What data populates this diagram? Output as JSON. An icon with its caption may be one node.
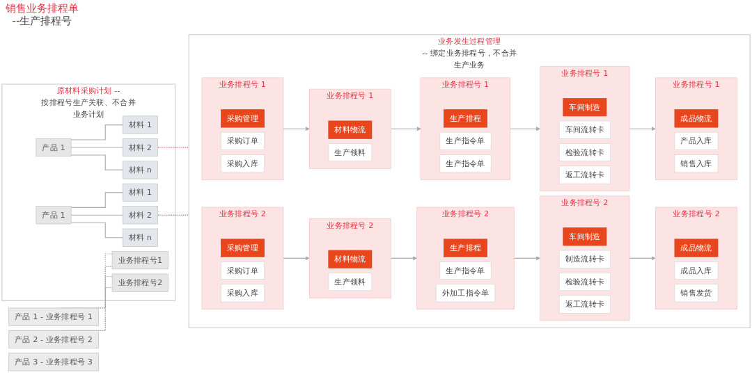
{
  "diagram": {
    "nodes": [
      {
        "text": [
          "产品 1 - 业务排程号 1"
        ]
      },
      {
        "text": [
          "产品 2 - 业务排程号 2"
        ]
      },
      {
        "text": [
          "产品 3 - 业务排程号 3"
        ]
      },
      {
        "text": [
          "原材料采购计划 --",
          "按排程号生产关联、不合并业务计划"
        ]
      },
      {
        "text": [
          "业务排程号1"
        ],
        "in": 3
      },
      {
        "text": [
          "产品 1"
        ],
        "in": 3
      },
      {
        "text": [
          "材料 1"
        ],
        "in": 3
      },
      {
        "text": [
          "材料 2"
        ],
        "in": 3
      },
      {
        "text": [
          "材料 n"
        ],
        "in": 3
      },
      {
        "text": [
          "业务排程号2"
        ],
        "in": 3
      },
      {
        "text": [
          "产品 1"
        ],
        "in": 3
      },
      {
        "text": [
          "材料 1"
        ],
        "in": 3
      },
      {
        "text": [
          "材料 2"
        ],
        "in": 3
      },
      {
        "text": [
          "材料 n"
        ],
        "in": 3
      },
      {
        "text": [
          "业务发生过程管理",
          "-- 绑定业务排程号，不合并生产业务"
        ]
      },
      {
        "text": [
          "业务排程号 1"
        ],
        "in": 14
      },
      {
        "text": [
          "生产排程"
        ],
        "in": 15
      },
      {
        "text": [
          "生产指令单"
        ],
        "in": 15
      },
      {
        "text": [
          "生产指令单"
        ],
        "in": 15
      },
      {
        "text": [
          "业务排程号 1"
        ],
        "in": 14
      },
      {
        "text": [
          "车间制造"
        ],
        "in": 19
      },
      {
        "text": [
          "车间流转卡"
        ],
        "in": 19
      },
      {
        "text": [
          "检验流转卡"
        ],
        "in": 19
      },
      {
        "text": [
          "返工流转卡"
        ],
        "in": 19
      },
      {
        "text": [
          "业务排程号 1"
        ],
        "in": 14
      },
      {
        "text": [
          "成品物流"
        ],
        "in": 24
      },
      {
        "text": [
          "产品入库"
        ],
        "in": 24
      },
      {
        "text": [
          "销售入库"
        ],
        "in": 24
      },
      {
        "text": [
          "业务排程号 1"
        ],
        "in": 14
      },
      {
        "text": [
          "采购管理"
        ],
        "in": 28
      },
      {
        "text": [
          "采购订单"
        ],
        "in": 28
      },
      {
        "text": [
          "采购入库"
        ],
        "in": 28
      },
      {
        "text": [
          "业务排程号 1"
        ],
        "in": 14
      },
      {
        "text": [
          "材料物流"
        ],
        "in": 32
      },
      {
        "text": [
          "生产领料"
        ],
        "in": 32
      },
      {
        "text": [
          "业务排程号 2"
        ],
        "in": 14
      },
      {
        "text": [
          "生产排程"
        ],
        "in": 35
      },
      {
        "text": [
          "生产指令单"
        ],
        "in": 35
      },
      {
        "text": [
          "外加工指令单"
        ],
        "in": 35
      },
      {
        "text": [
          "业务排程号 2"
        ],
        "in": 14
      },
      {
        "text": [
          "车间制造"
        ],
        "in": 39
      },
      {
        "text": [
          "制造流转卡"
        ],
        "in": 39
      },
      {
        "text": [
          "检验流转卡"
        ],
        "in": 39
      },
      {
        "text": [
          "返工流转卡"
        ],
        "in": 39
      },
      {
        "text": [
          "业务排程号 2"
        ],
        "in": 14
      },
      {
        "text": [
          "成品物流"
        ],
        "in": 44
      },
      {
        "text": [
          "成品入库"
        ],
        "in": 44
      },
      {
        "text": [
          "销售发货"
        ],
        "in": 44
      },
      {
        "text": [
          "业务排程号 2"
        ],
        "in": 14
      },
      {
        "text": [
          "采购管理"
        ],
        "in": 48
      },
      {
        "text": [
          "采购订单"
        ],
        "in": 48
      },
      {
        "text": [
          "采购入库"
        ],
        "in": 48
      },
      {
        "text": [
          "业务排程号 2"
        ],
        "in": 14
      },
      {
        "text": [
          "材料物流"
        ],
        "in": 52
      },
      {
        "text": [
          "生产领料"
        ],
        "in": 52
      }
    ],
    "edges": [
      {
        "from": 0,
        "to": 4,
        "arrow": "none",
        "style": "dashed"
      },
      {
        "from": 0,
        "to": 4,
        "arrow": "none",
        "style": "dashed"
      },
      {
        "from": 1,
        "to": 9,
        "arrow": "none",
        "style": "dashed"
      },
      {
        "from": 1,
        "to": 9,
        "arrow": "none",
        "style": "dashed"
      },
      {
        "from": 5,
        "to": 6,
        "arrow": "none"
      },
      {
        "from": 5,
        "to": 7,
        "arrow": "none"
      },
      {
        "from": 5,
        "to": 8,
        "arrow": "none"
      },
      {
        "from": 10,
        "to": 11,
        "arrow": "none"
      },
      {
        "from": 10,
        "to": 12,
        "arrow": "none"
      },
      {
        "from": 10,
        "to": 13,
        "arrow": "none"
      },
      {
        "from": 7,
        "to": 14,
        "arrow": "none",
        "style": "dashed",
        "color": "#e8303f"
      },
      {
        "from": 12,
        "to": 14,
        "arrow": "none",
        "style": "dashed",
        "color": "#e8303f"
      },
      {
        "from": 15,
        "to": 19,
        "arrow": "to"
      },
      {
        "from": 19,
        "to": 24,
        "arrow": "to"
      },
      {
        "from": 28,
        "to": 32,
        "arrow": "to"
      },
      {
        "from": 32,
        "to": 15,
        "arrow": "to"
      },
      {
        "from": 35,
        "to": 39,
        "arrow": "to"
      },
      {
        "from": 39,
        "to": 44,
        "arrow": "to"
      },
      {
        "from": 48,
        "to": 52,
        "arrow": "to"
      },
      {
        "from": 52,
        "to": 35,
        "arrow": "to"
      }
    ],
    "labels": [
      "销售业务排程单",
      "--生产排程号"
    ]
  }
}
